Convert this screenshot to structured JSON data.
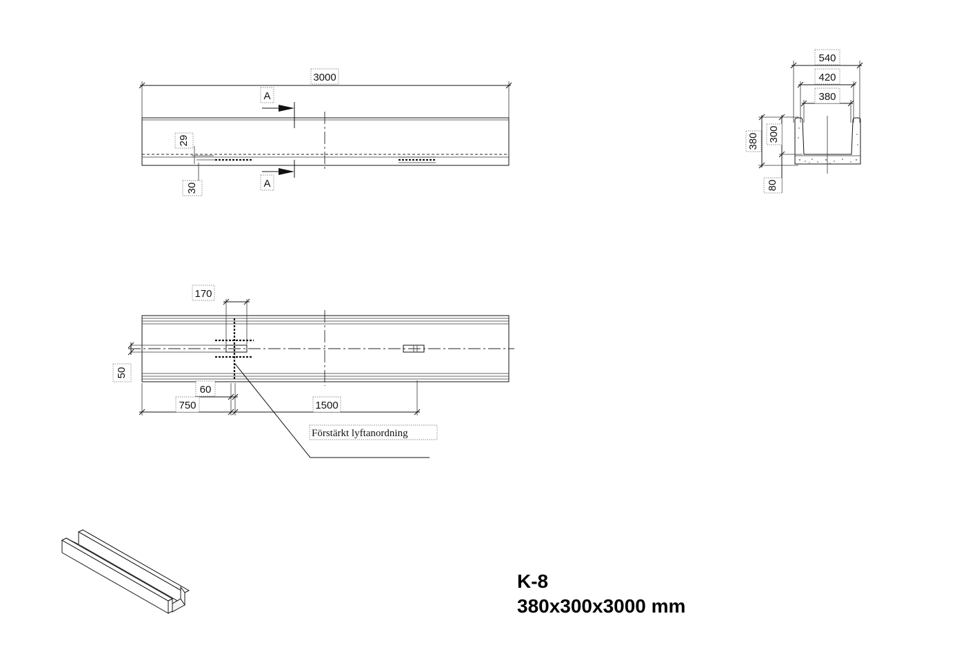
{
  "elevation": {
    "overall_length": "3000",
    "section_mark_top": "A",
    "section_mark_bottom": "A",
    "dim_vertical": "29",
    "dim_offset": "30"
  },
  "plan": {
    "dim_top": "170",
    "dim_side": "50",
    "dim_small": "60",
    "dim_left": "750",
    "dim_mid": "1500",
    "callout": "Förstärkt lyftanordning"
  },
  "section": {
    "outer_width": "540",
    "inner_top_width": "420",
    "inner_width": "380",
    "total_height": "380",
    "inner_height": "300",
    "base_thickness": "80"
  },
  "title_block": {
    "code": "K-8",
    "size": "380x300x3000 mm"
  }
}
